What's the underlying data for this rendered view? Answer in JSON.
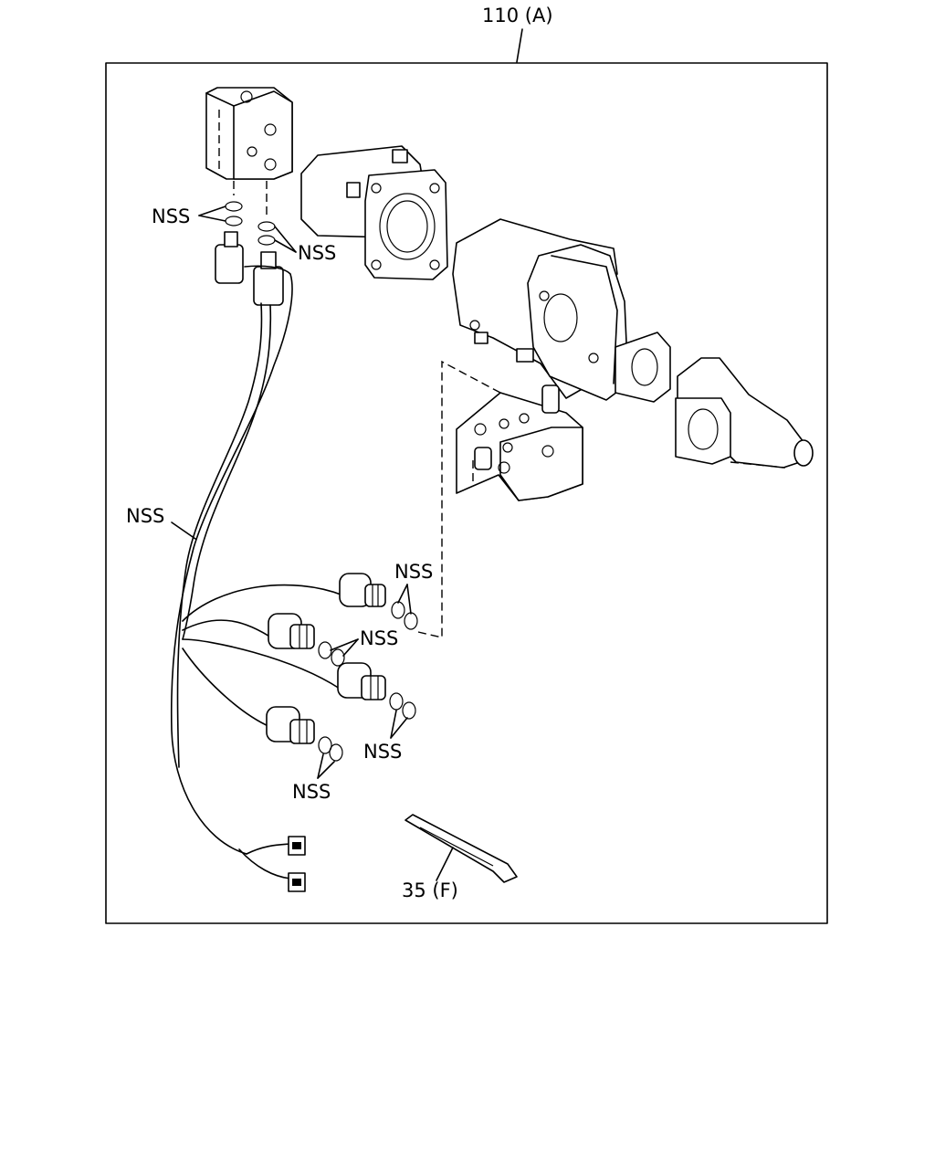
{
  "labels": {
    "assembly": "110 (A)",
    "nss_valve_body_left": "NSS",
    "nss_valve_body_right": "NSS",
    "nss_harness": "NSS",
    "nss_solenoid_1": "NSS",
    "nss_solenoid_2": "NSS",
    "nss_solenoid_3": "NSS",
    "nss_solenoid_4": "NSS",
    "cable_tie": "35 (F)"
  }
}
